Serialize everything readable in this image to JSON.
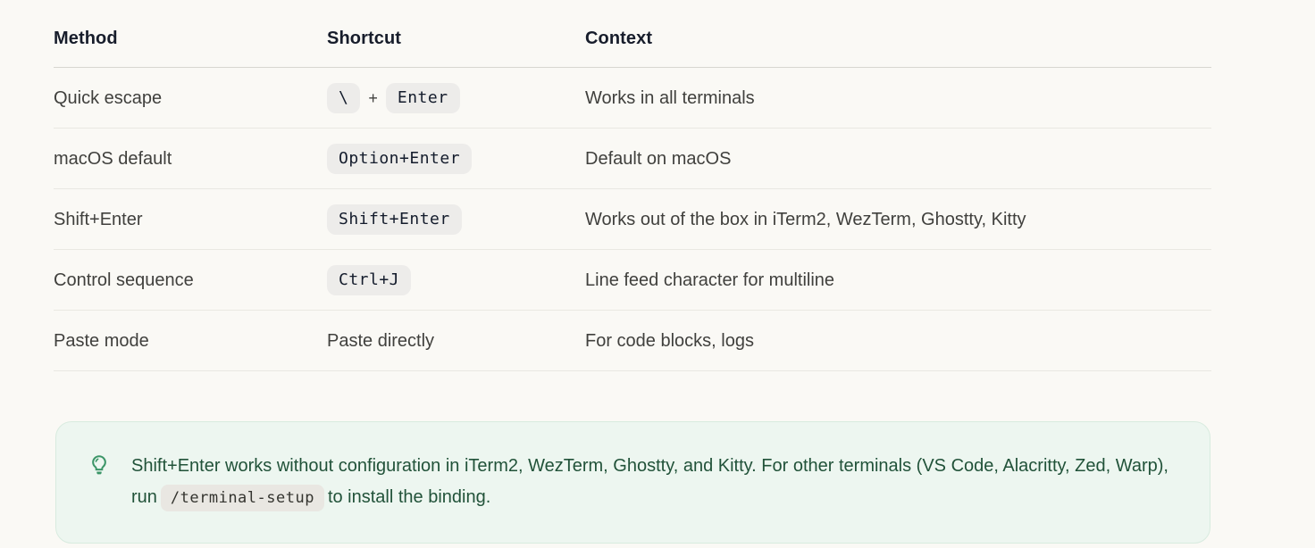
{
  "colors": {
    "page_background": "#FAF9F5",
    "header_text": "#171D2B",
    "body_text": "#40403D",
    "kbd_background": "#EDECEA",
    "kbd_text": "#141C2C",
    "callout_background": "#EDF6F0",
    "callout_border": "#D8EBDF",
    "callout_text": "#215239",
    "callout_icon": "#3B9567",
    "code_chip_background": "#E9E7E2"
  },
  "table": {
    "columns": [
      "Method",
      "Shortcut",
      "Context"
    ],
    "rows": [
      {
        "method": "Quick escape",
        "shortcut": {
          "kbd": [
            "\\",
            "Enter"
          ],
          "joiner": "+"
        },
        "context": "Works in all terminals"
      },
      {
        "method": "macOS default",
        "shortcut": {
          "kbd": [
            "Option+Enter"
          ]
        },
        "context": "Default on macOS"
      },
      {
        "method": "Shift+Enter",
        "shortcut": {
          "kbd": [
            "Shift+Enter"
          ]
        },
        "context": "Works out of the box in iTerm2, WezTerm, Ghostty, Kitty"
      },
      {
        "method": "Control sequence",
        "shortcut": {
          "kbd": [
            "Ctrl+J"
          ]
        },
        "context": "Line feed character for multiline"
      },
      {
        "method": "Paste mode",
        "shortcut": {
          "text": "Paste directly"
        },
        "context": "For code blocks, logs"
      }
    ]
  },
  "callout": {
    "icon": "lightbulb-icon",
    "text_before_code": "Shift+Enter works without configuration in iTerm2, WezTerm, Ghostty, and Kitty. For other terminals (VS Code, Alacritty, Zed, Warp), run",
    "code": "/terminal-setup",
    "text_after_code": "to install the binding."
  }
}
